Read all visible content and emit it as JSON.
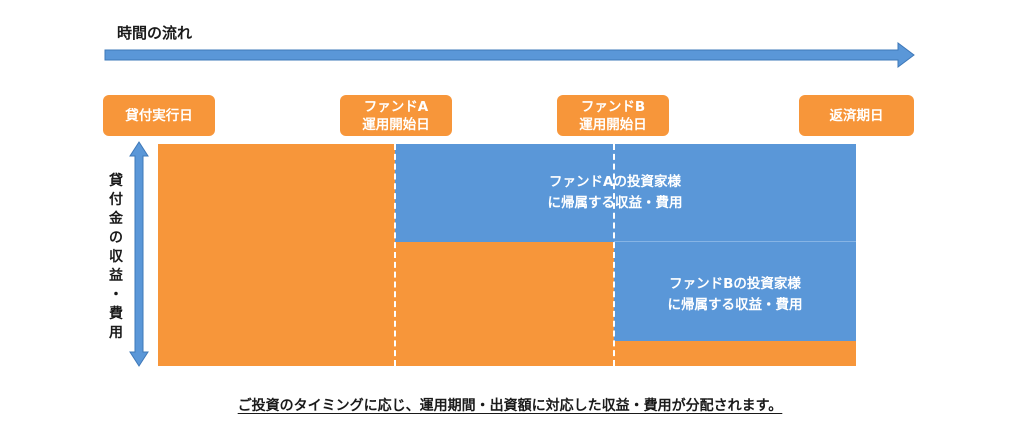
{
  "time_flow": {
    "label": "時間の流れ"
  },
  "milestones": [
    {
      "label": "貸付実行日"
    },
    {
      "label": "ファンドA\n運用開始日"
    },
    {
      "label": "ファンドB\n運用開始日"
    },
    {
      "label": "返済期日"
    }
  ],
  "vertical_axis": {
    "label_chars": [
      "貸",
      "付",
      "金",
      "の",
      "収",
      "益",
      "・",
      "費",
      "用"
    ]
  },
  "regions": {
    "fund_a": {
      "text": "ファンドAの投資家様\nに帰属する収益・費用"
    },
    "fund_b": {
      "text": "ファンドBの投資家様\nに帰属する収益・費用"
    }
  },
  "colors": {
    "orange": "#F7963A",
    "blue": "#5A97D8",
    "arrow": "#5A97D8"
  },
  "caption": "ご投資のタイミングに応じ、運用期間・出資額に対応した収益・費用が分配されます。"
}
